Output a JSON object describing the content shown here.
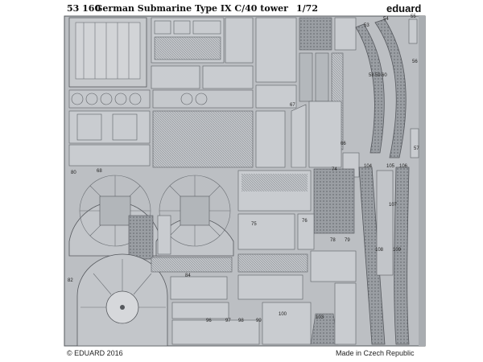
{
  "header": {
    "code": "53 160",
    "title": "German Submarine Type IX C/40 tower",
    "scale": "1/72",
    "brand": "eduard"
  },
  "footer": {
    "copyright": "© EDUARD 2016",
    "origin": "Made in Czech Republic"
  },
  "part_numbers": [
    "53",
    "54",
    "55",
    "56",
    "57",
    "58",
    "59",
    "60",
    "66",
    "67",
    "68",
    "74",
    "75",
    "76",
    "78",
    "79",
    "80",
    "82",
    "84",
    "96",
    "97",
    "98",
    "99",
    "100",
    "103",
    "104",
    "105",
    "106",
    "107",
    "108",
    "109"
  ],
  "colors": {
    "fret": "#b9bcc0",
    "fret_dark": "#8e9297",
    "fret_light": "#d6d8db",
    "mesh": "#7d8186",
    "outline": "#4a4d52"
  }
}
